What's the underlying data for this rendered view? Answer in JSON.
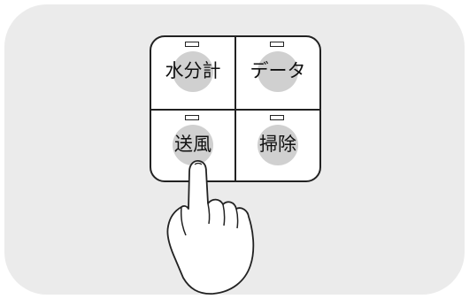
{
  "keypad": {
    "buttons": [
      {
        "label": "水分計",
        "indicator_on": false,
        "pressed": false
      },
      {
        "label": "データ",
        "indicator_on": false,
        "pressed": false
      },
      {
        "label": "送風",
        "indicator_on": false,
        "pressed": true
      },
      {
        "label": "掃除",
        "indicator_on": false,
        "pressed": false
      }
    ]
  },
  "colors": {
    "panel_background": "#ebebeb",
    "key_face": "#ffffff",
    "key_circle": "#d0d0d0",
    "outline": "#222222"
  },
  "icons": {
    "pointer": "hand-pointer-icon"
  }
}
